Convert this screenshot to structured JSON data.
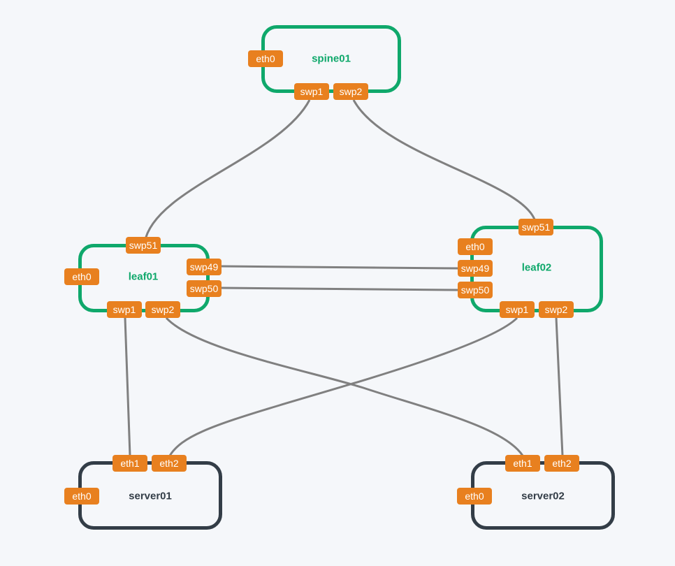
{
  "colors": {
    "background": "#f5f7fa",
    "switch_border": "#0fa86b",
    "switch_label": "#0fa86b",
    "server_border": "#333d47",
    "server_label": "#333d47",
    "port_fill": "#e8801f",
    "port_text": "#ffffff",
    "link": "#808080"
  },
  "nodes": {
    "spine01": {
      "label": "spine01",
      "kind": "switch",
      "ports": {
        "eth0": "eth0",
        "swp1": "swp1",
        "swp2": "swp2"
      }
    },
    "leaf01": {
      "label": "leaf01",
      "kind": "switch",
      "ports": {
        "eth0": "eth0",
        "swp51": "swp51",
        "swp49": "swp49",
        "swp50": "swp50",
        "swp1": "swp1",
        "swp2": "swp2"
      }
    },
    "leaf02": {
      "label": "leaf02",
      "kind": "switch",
      "ports": {
        "eth0": "eth0",
        "swp51": "swp51",
        "swp49": "swp49",
        "swp50": "swp50",
        "swp1": "swp1",
        "swp2": "swp2"
      }
    },
    "server01": {
      "label": "server01",
      "kind": "server",
      "ports": {
        "eth0": "eth0",
        "eth1": "eth1",
        "eth2": "eth2"
      }
    },
    "server02": {
      "label": "server02",
      "kind": "server",
      "ports": {
        "eth0": "eth0",
        "eth1": "eth1",
        "eth2": "eth2"
      }
    }
  },
  "links": [
    {
      "from": "spine01.swp1",
      "to": "leaf01.swp51"
    },
    {
      "from": "spine01.swp2",
      "to": "leaf02.swp51"
    },
    {
      "from": "leaf01.swp49",
      "to": "leaf02.swp49"
    },
    {
      "from": "leaf01.swp50",
      "to": "leaf02.swp50"
    },
    {
      "from": "leaf01.swp1",
      "to": "server01.eth1"
    },
    {
      "from": "leaf01.swp2",
      "to": "server02.eth1"
    },
    {
      "from": "leaf02.swp1",
      "to": "server01.eth2"
    },
    {
      "from": "leaf02.swp2",
      "to": "server02.eth2"
    }
  ]
}
